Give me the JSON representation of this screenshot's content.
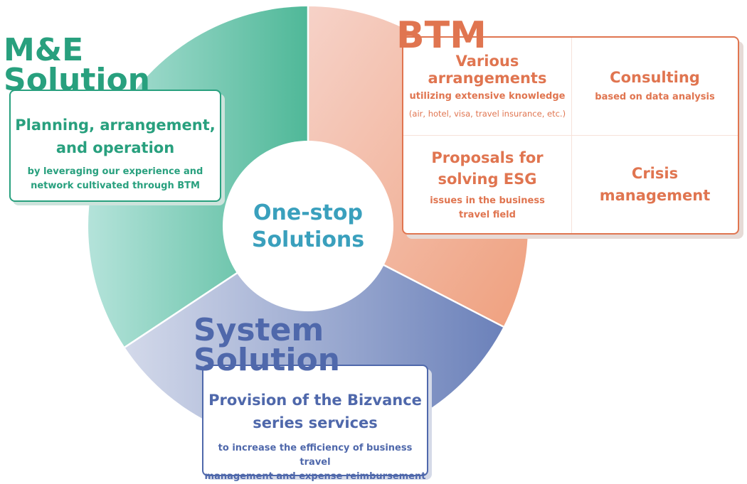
{
  "hub": {
    "line1": "One-stop",
    "line2": "Solutions"
  },
  "me": {
    "title_line1": "M&E",
    "title_line2": "Solution",
    "heading_lines": [
      "Planning, arrangement,",
      "and operation"
    ],
    "sub_lines": [
      "by leveraging our experience and",
      "network cultivated through BTM"
    ]
  },
  "btm": {
    "title": "BTM",
    "cells": [
      {
        "heading_lines": [
          "Various",
          "arrangements"
        ],
        "sub": "utilizing extensive knowledge",
        "note": "(air, hotel, visa, travel insurance, etc.)"
      },
      {
        "heading_lines": [
          "Consulting"
        ],
        "sub": "based on data analysis"
      },
      {
        "heading_lines": [
          "Proposals for",
          "solving ESG"
        ],
        "sub_lines": [
          "issues in the business",
          "travel field"
        ]
      },
      {
        "heading_lines": [
          "Crisis",
          "management"
        ]
      }
    ]
  },
  "system": {
    "title_line1": "System",
    "title_line2": "Solution",
    "heading_lines": [
      "Provision of the Bizvance",
      "series services"
    ],
    "sub_lines": [
      "to increase the efficiency of business travel",
      "management and expense reimbursement"
    ]
  },
  "colors": {
    "me": "#28a07e",
    "btm": "#e07550",
    "system": "#4f68ab",
    "hub_text": "#3aa0bd"
  }
}
